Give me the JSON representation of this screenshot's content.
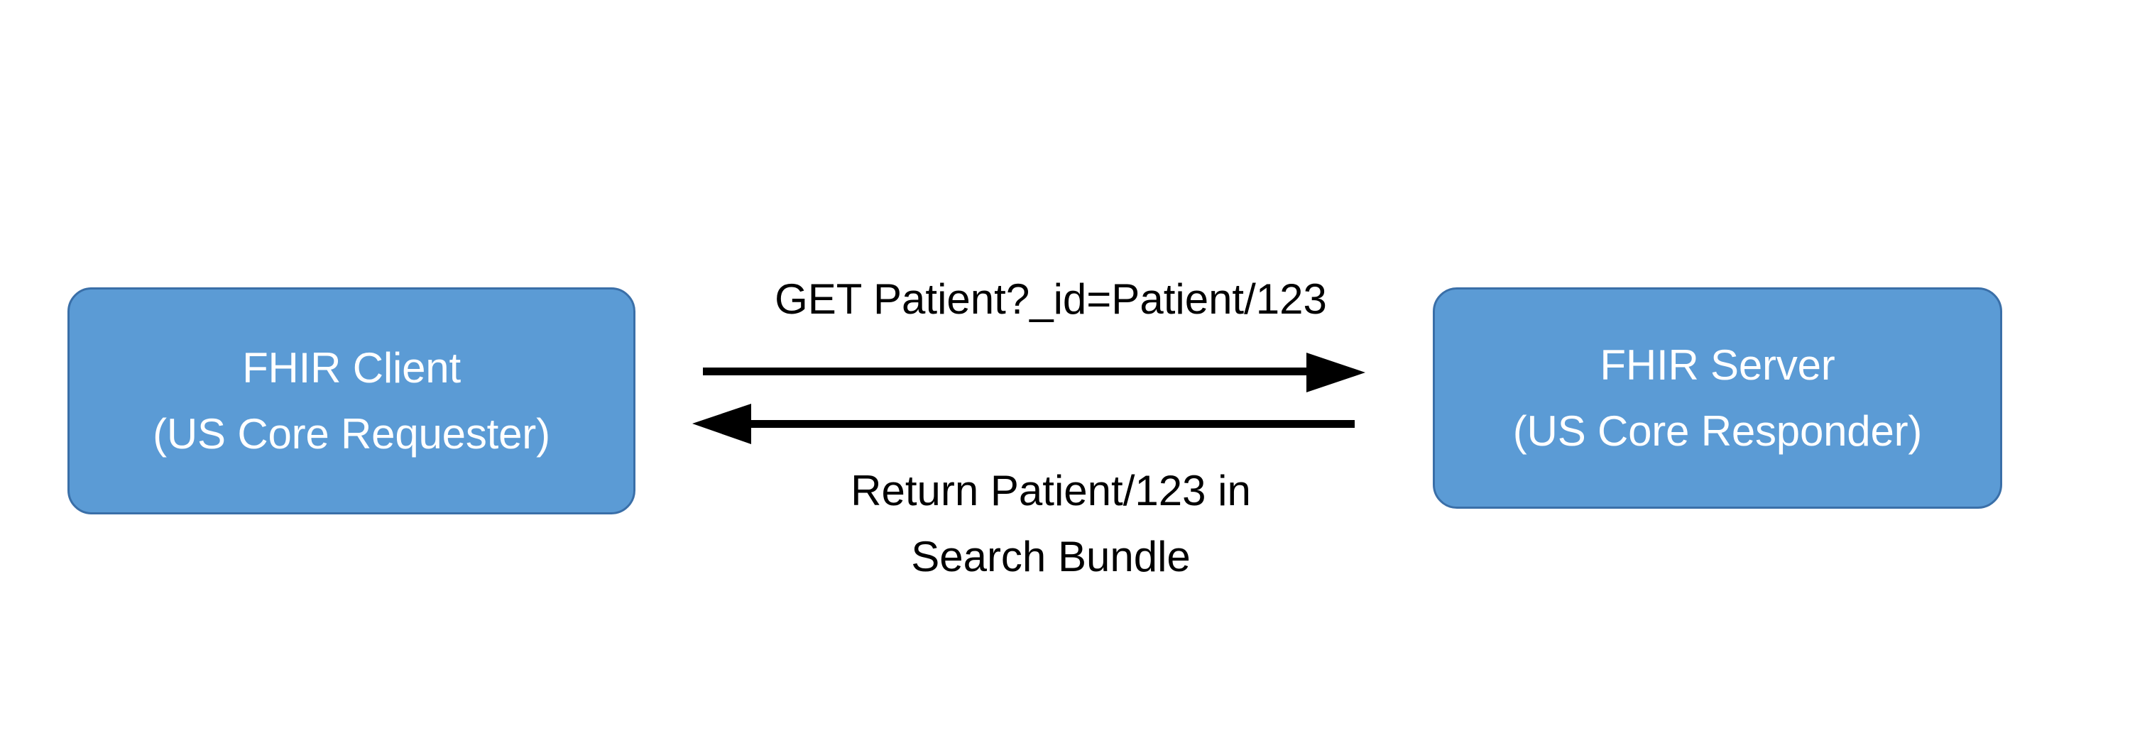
{
  "diagram": {
    "type": "sequence-interaction",
    "background_color": "#FFFFFF",
    "node_fill_color": "#5B9BD5",
    "node_border_color": "#3A6FA8",
    "node_text_color": "#FFFFFF",
    "arrow_color": "#000000",
    "nodes": [
      {
        "id": "fhir-client",
        "line1": "FHIR Client",
        "line2": "(US Core Requester)"
      },
      {
        "id": "fhir-server",
        "line1": "FHIR Server",
        "line2": "(US Core Responder)"
      }
    ],
    "edges": [
      {
        "id": "request",
        "direction": "left-to-right",
        "label": "GET Patient?_id=Patient/123"
      },
      {
        "id": "response",
        "direction": "right-to-left",
        "label_line1": "Return Patient/123 in",
        "label_line2": "Search Bundle"
      }
    ],
    "icons": {
      "request_arrow": "arrow-right-icon",
      "response_arrow": "arrow-left-icon"
    }
  }
}
